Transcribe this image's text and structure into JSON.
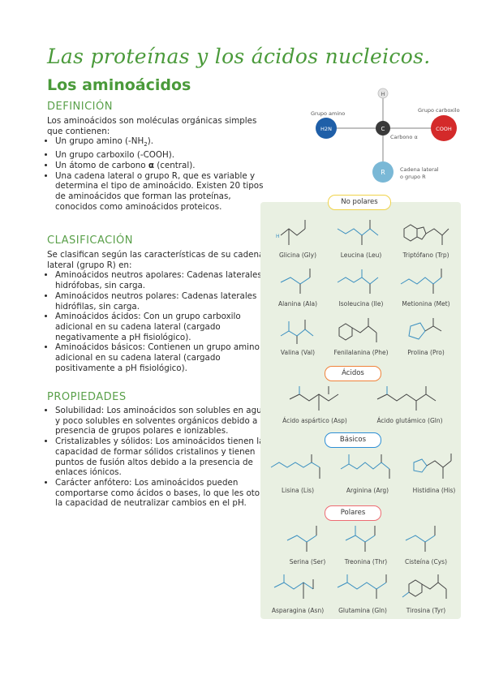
{
  "title": "Las proteínas y los ácidos nucleicos.",
  "subtitle": "Los aminoácidos",
  "sections": {
    "definicion": {
      "heading": "DEFINICIÓN",
      "intro": "Los aminoácidos son moléculas orgánicas simples que contienen:",
      "items": [
        "Un grupo amino (-NH",
        "2",
        ").",
        "Un grupo carboxilo (-COOH).",
        "Un átomo de carbono ",
        "α",
        " (central).",
        "Una cadena lateral o grupo R, que es variable y determina el tipo de aminoácido. Existen 20 tipos de aminoácidos que forman las proteínas, conocidos como aminoácidos proteicos."
      ]
    },
    "clasificacion": {
      "heading": "CLASIFICACIÓN",
      "intro": "Se clasifican según las características de su cadena lateral (grupo R) en:",
      "items": [
        "Aminoácidos neutros apolares: Cadenas laterales hidrófobas, sin carga.",
        "Aminoácidos neutros polares: Cadenas laterales hidrófilas, sin carga.",
        "Aminoácidos ácidos: Con un grupo carboxilo adicional en su cadena lateral (cargado negativamente a pH fisiológico).",
        "Aminoácidos básicos: Contienen un grupo amino adicional en su cadena lateral (cargado positivamente a pH fisiológico)."
      ]
    },
    "propiedades": {
      "heading": "PROPIEDADES",
      "items": [
        "Solubilidad: Los aminoácidos son solubles en agua y poco solubles en solventes orgánicos debido a la presencia de grupos polares e ionizables.",
        "Cristalizables y sólidos: Los aminoácidos tienen la capacidad de formar sólidos cristalinos y tienen puntos de fusión altos debido a la presencia de enlaces iónicos.",
        "Carácter anfótero: Los aminoácidos pueden comportarse como ácidos o bases, lo que les otorga la capacidad de neutralizar cambios en el pH."
      ]
    }
  },
  "scheme": {
    "h": "H",
    "c": "C",
    "amino_label": "Grupo amino",
    "amino_formula": "H2N",
    "carboxyl_label": "Grupo carboxilo",
    "carboxyl_formula": "COOH",
    "carbon_label": "Carbono α",
    "r": "R",
    "r_label_1": "Cadena lateral",
    "r_label_2": "o grupo R",
    "colors": {
      "amino": "#1f5fa8",
      "carbon": "#3a3a3a",
      "carboxyl": "#d42a2a",
      "r": "#7ab8d6",
      "h": "#cfcfcf"
    }
  },
  "groups": [
    {
      "label": "No polares",
      "aminoacids": [
        "Glicina (Gly)",
        "Leucina (Leu)",
        "Triptófano (Trp)",
        "Alanina (Ala)",
        "Isoleucina (Ile)",
        "Metionina (Met)",
        "Valina (Val)",
        "Fenilalanina (Phe)",
        "Prolina (Pro)"
      ]
    },
    {
      "label": "Ácidos",
      "aminoacids": [
        "Ácido aspártico (Asp)",
        "Ácido glutámico (Gln)"
      ]
    },
    {
      "label": "Básicos",
      "aminoacids": [
        "Lisina (Lis)",
        "Arginina (Arg)",
        "Histidina (His)"
      ]
    },
    {
      "label": "Polares",
      "aminoacids": [
        "Serina (Ser)",
        "Treonina (Thr)",
        "Cisteína (Cys)",
        "Asparagina (Asn)",
        "Glutamina (Gln)",
        "Tirosina (Tyr)"
      ]
    }
  ]
}
